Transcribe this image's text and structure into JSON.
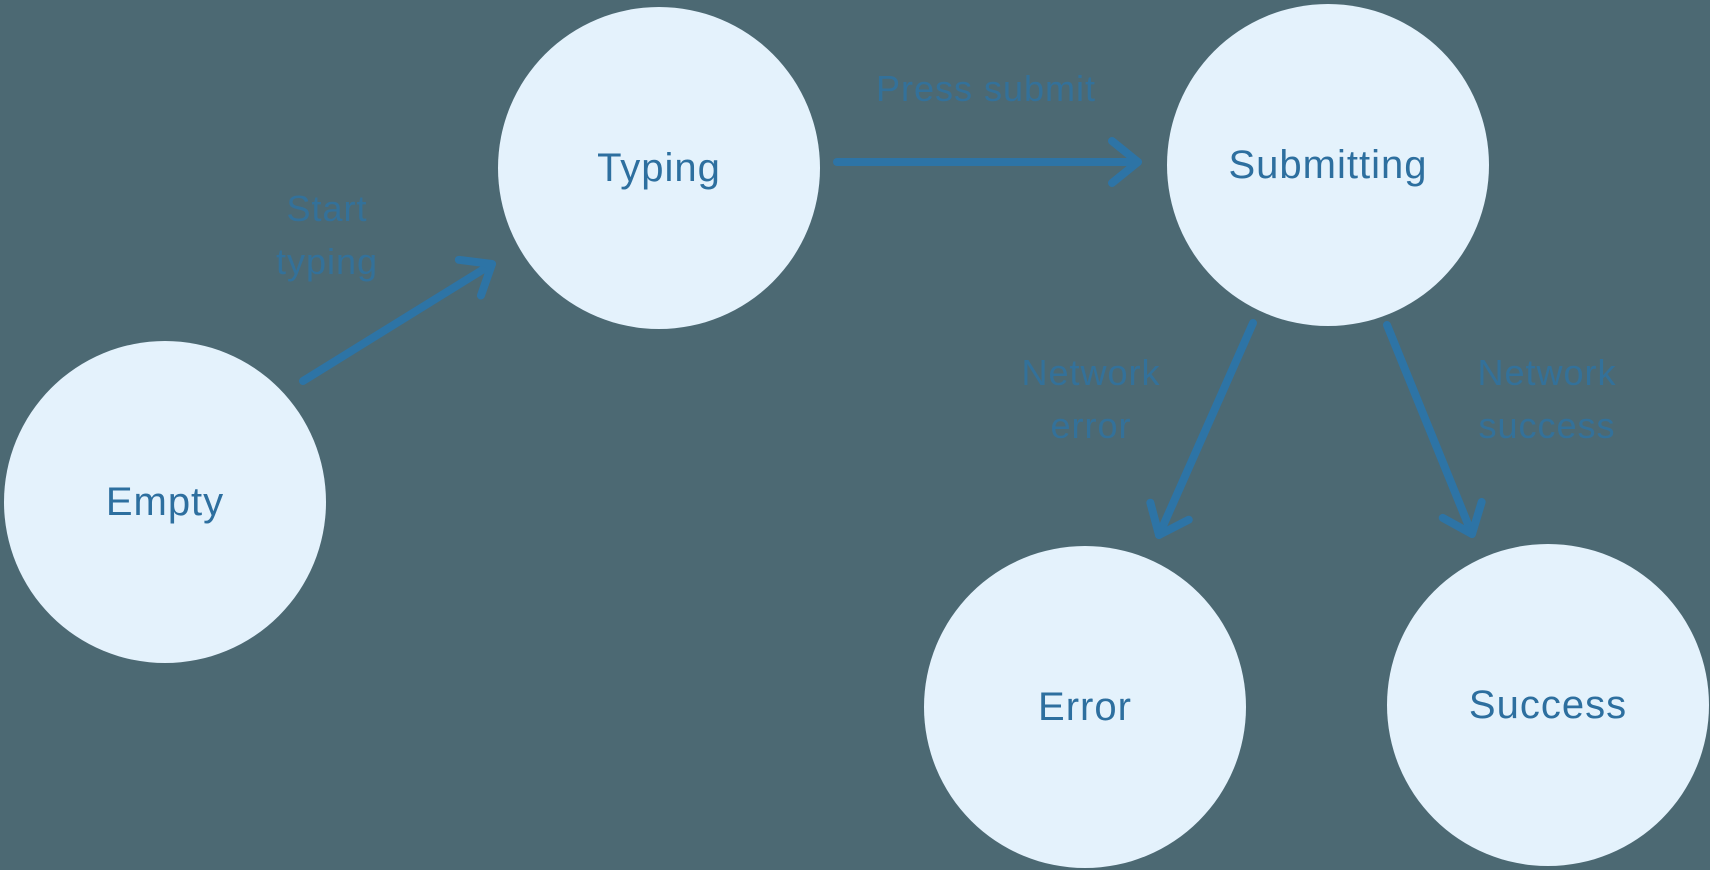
{
  "diagram": {
    "type": "state-machine",
    "colors": {
      "background": "#4c6973",
      "node_fill": "#e4f2fc",
      "node_text": "#2d6f9f",
      "arrow": "#2d74a6"
    },
    "nodes": {
      "empty": {
        "label": "Empty"
      },
      "typing": {
        "label": "Typing"
      },
      "submitting": {
        "label": "Submitting"
      },
      "error": {
        "label": "Error"
      },
      "success": {
        "label": "Success"
      }
    },
    "edges": {
      "start_typing": {
        "from": "Empty",
        "to": "Typing",
        "label": "Start typing",
        "lines": [
          "Start",
          "typing"
        ]
      },
      "press_submit": {
        "from": "Typing",
        "to": "Submitting",
        "label": "Press submit"
      },
      "network_error": {
        "from": "Submitting",
        "to": "Error",
        "label": "Network error",
        "lines": [
          "Network",
          "error"
        ]
      },
      "network_success": {
        "from": "Submitting",
        "to": "Success",
        "label": "Network success",
        "lines": [
          "Network",
          "success"
        ]
      }
    }
  }
}
